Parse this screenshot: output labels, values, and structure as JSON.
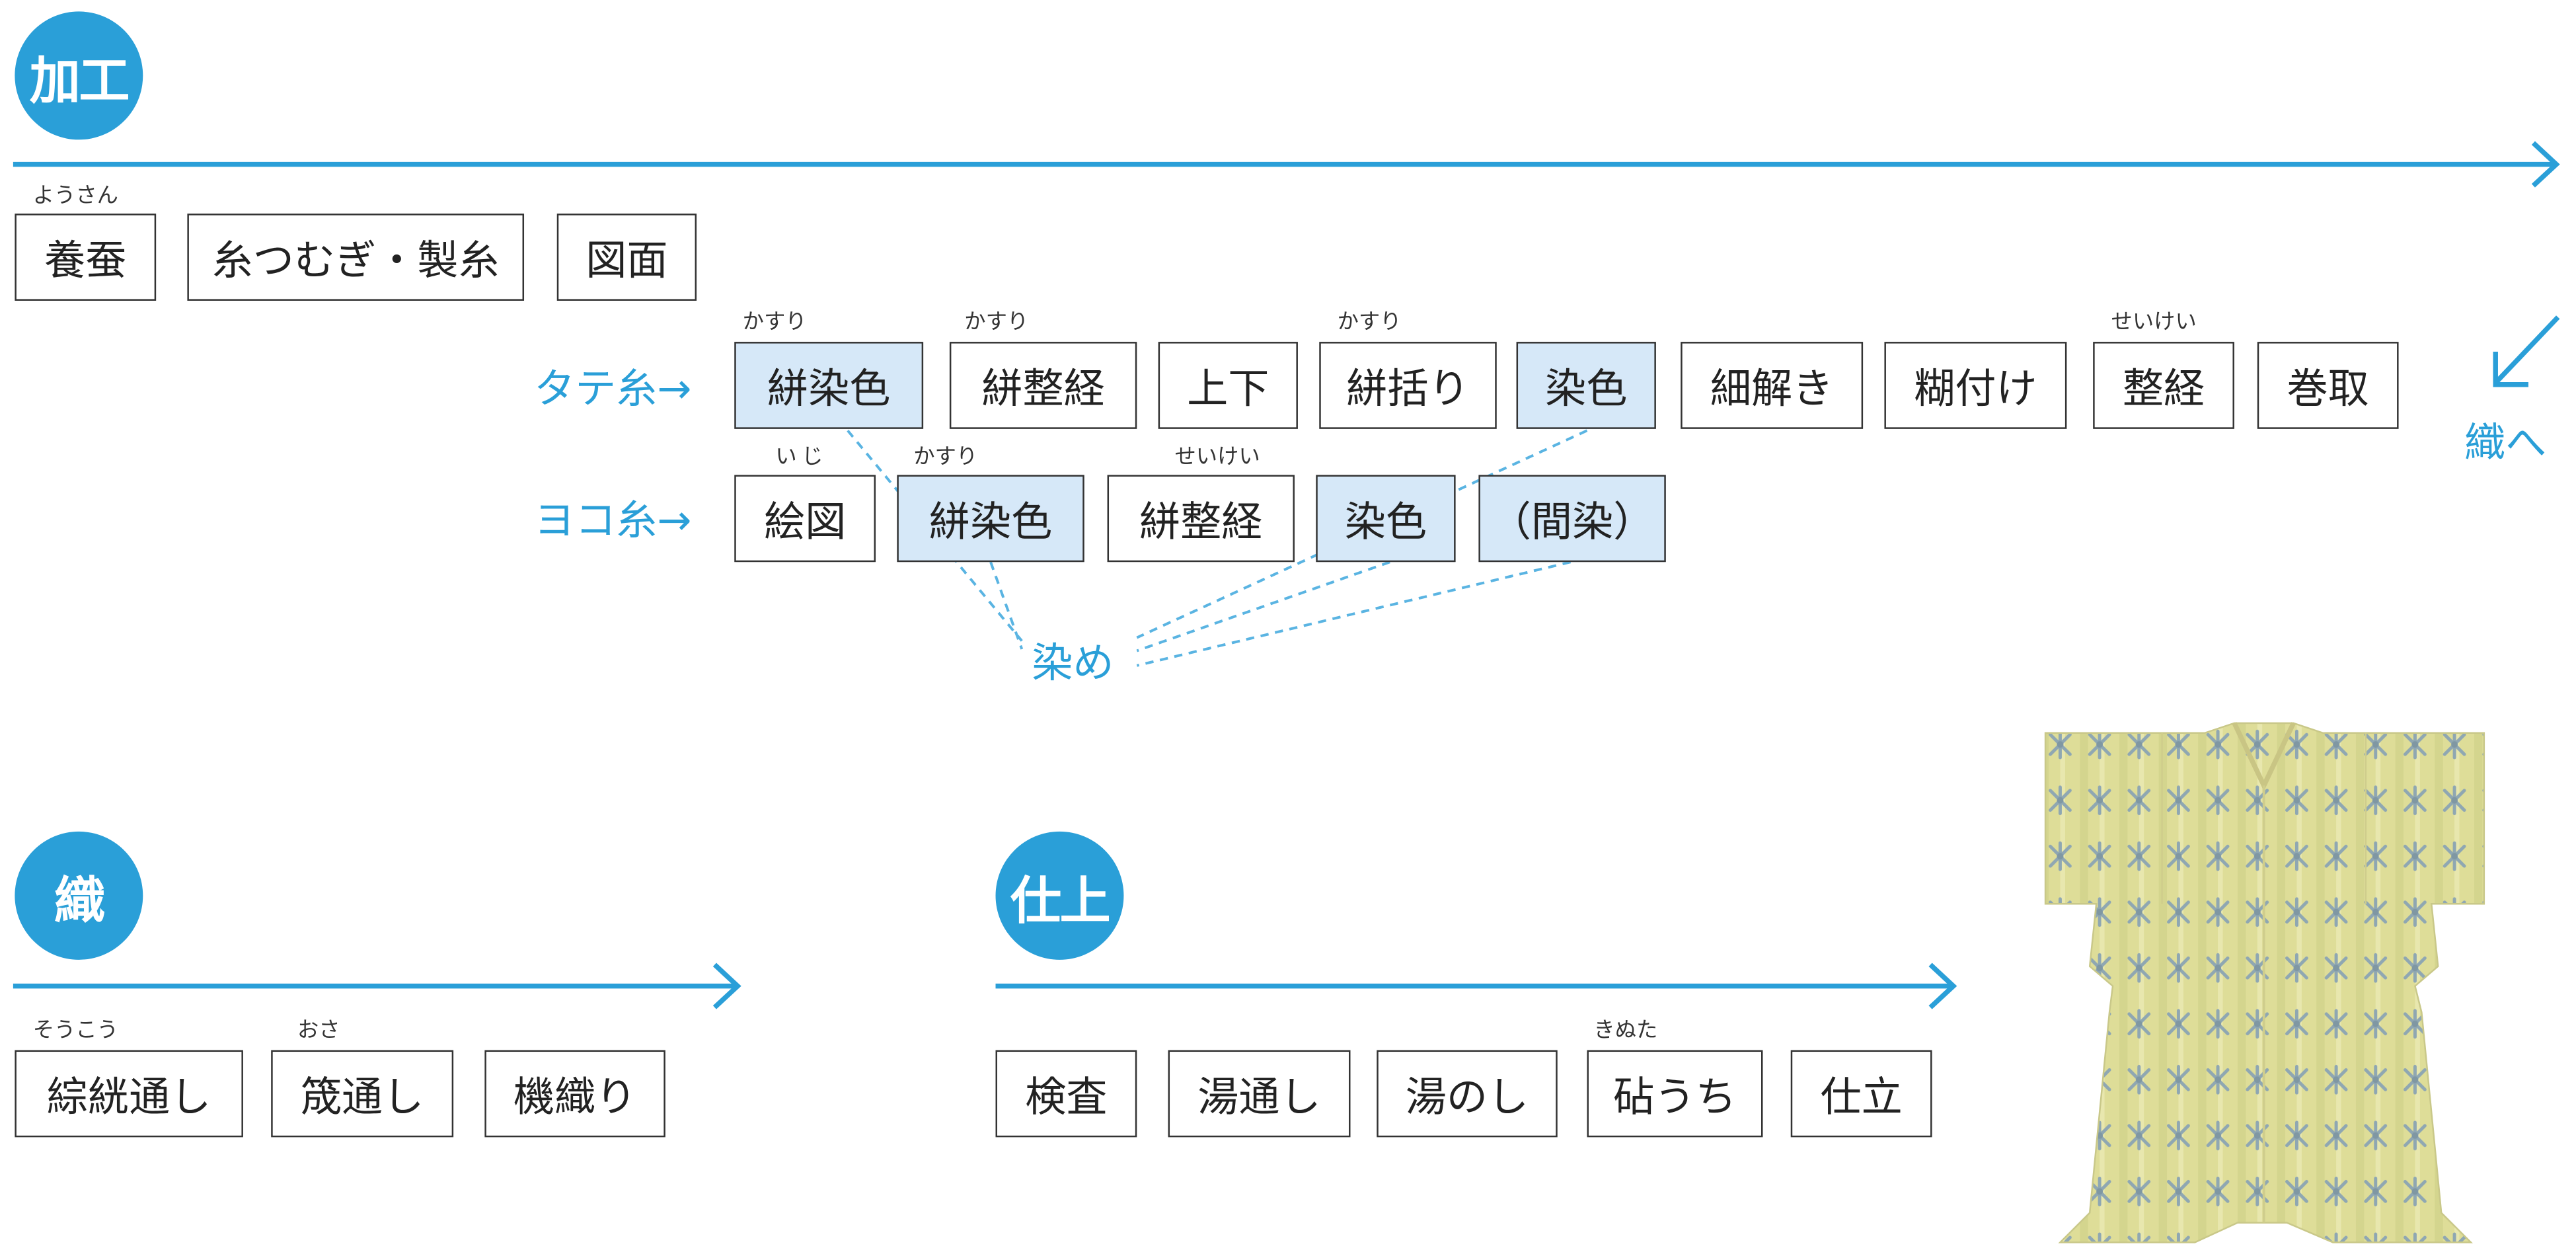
{
  "sections": {
    "kako": {
      "label": "加工"
    },
    "shoku": {
      "label": "織"
    },
    "shiage": {
      "label": "仕上"
    }
  },
  "kako_row": [
    {
      "label": "養蚕",
      "ruby": "ようさん"
    },
    {
      "label": "糸つむぎ・製糸"
    },
    {
      "label": "図面"
    }
  ],
  "tate": {
    "label": "タテ糸→",
    "steps": [
      {
        "label": "絣染色",
        "ruby": "かすり",
        "dye": true
      },
      {
        "label": "絣整経",
        "ruby": "かすり"
      },
      {
        "label": "上下"
      },
      {
        "label": "絣括り",
        "ruby": "かすり"
      },
      {
        "label": "染色",
        "dye": true
      },
      {
        "label": "細解き"
      },
      {
        "label": "糊付け"
      },
      {
        "label": "整経",
        "ruby": "せいけい"
      },
      {
        "label": "巻取"
      }
    ]
  },
  "yoko": {
    "label": "ヨコ糸→",
    "steps": [
      {
        "label": "絵図",
        "ruby": "いじ"
      },
      {
        "label": "絣染色",
        "ruby": "かすり",
        "dye": true
      },
      {
        "label": "絣整経",
        "ruby": "せいけい"
      },
      {
        "label": "染色",
        "dye": true
      },
      {
        "label": "（間染）",
        "dye": true
      }
    ]
  },
  "dye_label": "染め",
  "to_weave": "織へ",
  "shoku_row": [
    {
      "label": "綜絖通し",
      "ruby": "そうこう"
    },
    {
      "label": "筬通し",
      "ruby": "おさ"
    },
    {
      "label": "機織り"
    }
  ],
  "shiage_row": [
    {
      "label": "検査"
    },
    {
      "label": "湯通し"
    },
    {
      "label": "湯のし"
    },
    {
      "label": "砧うち",
      "ruby": "きぬた"
    },
    {
      "label": "仕立"
    }
  ],
  "colors": {
    "accent": "#2a9fd8",
    "dye_fill": "#d6e8f8",
    "kimono": "#dedd98",
    "kimono_pattern": "#8fa7b2"
  }
}
